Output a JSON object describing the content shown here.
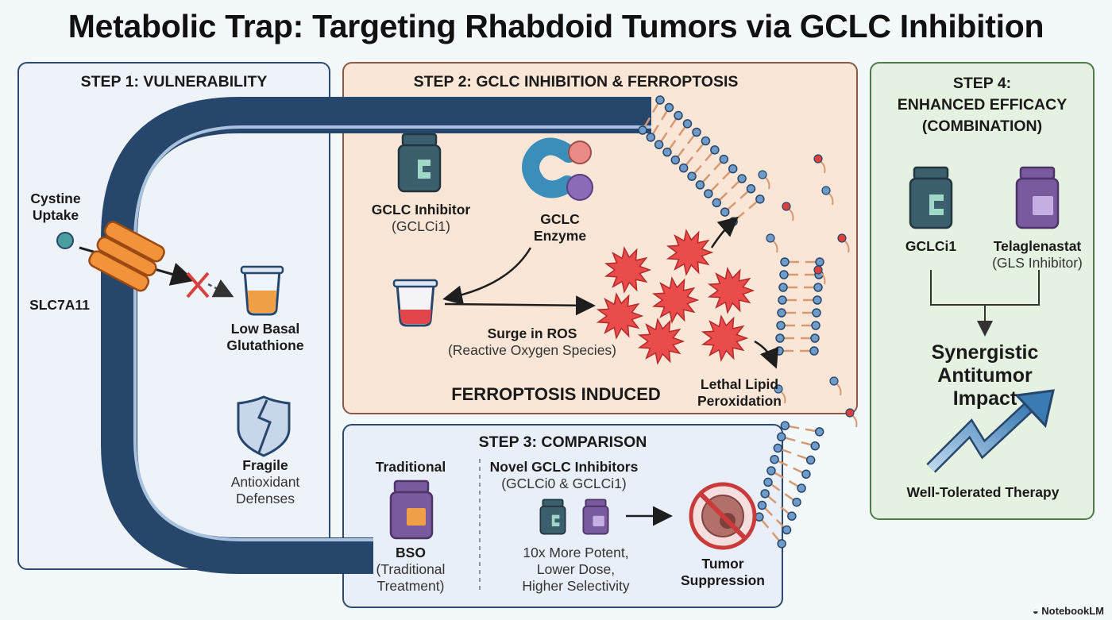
{
  "title": "Metabolic Trap: Targeting Rhabdoid Tumors via GCLC Inhibition",
  "step1": {
    "title": "STEP 1: VULNERABILITY",
    "cystine_line1": "Cystine",
    "cystine_line2": "Uptake",
    "transporter": "SLC7A11",
    "glut_line1": "Low Basal",
    "glut_line2": "Glutathione",
    "fragile_line1": "Fragile",
    "fragile_line2": "Antioxidant",
    "fragile_line3": "Defenses"
  },
  "step2": {
    "title": "STEP 2: GCLC INHIBITION & FERROPTOSIS",
    "inhibitor_line1": "GCLC Inhibitor",
    "inhibitor_line2": "(GCLCi1)",
    "enzyme_line1": "GCLC",
    "enzyme_line2": "Enzyme",
    "ros_line1": "Surge in ROS",
    "ros_line2": "(Reactive Oxygen Species)",
    "induced": "FERROPTOSIS INDUCED",
    "lipid_line1": "Lethal Lipid",
    "lipid_line2": "Peroxidation"
  },
  "step3": {
    "title": "STEP 3: COMPARISON",
    "traditional": "Traditional",
    "bso_line1": "BSO",
    "bso_line2": "(Traditional",
    "bso_line3": "Treatment)",
    "novel_line1": "Novel GCLC Inhibitors",
    "novel_line2": "(GCLCi0 & GCLCi1)",
    "potent_line1": "10x More Potent,",
    "potent_line2": "Lower Dose,",
    "potent_line3": "Higher Selectivity",
    "tumor_line1": "Tumor",
    "tumor_line2": "Suppression"
  },
  "step4": {
    "title_line1": "STEP 4:",
    "title_line2": "ENHANCED EFFICACY",
    "title_line3": "(COMBINATION)",
    "drug1": "GCLCi1",
    "drug2_line1": "Telaglenastat",
    "drug2_line2": "(GLS Inhibitor)",
    "syn_line1": "Synergistic",
    "syn_line2": "Antitumor",
    "syn_line3": "Impact",
    "tolerated": "Well-Tolerated Therapy"
  },
  "brand": "NotebookLM",
  "colors": {
    "membrane": "#27466c",
    "ros": "#ea4c4c",
    "bottle_teal": "#3c5f6e",
    "bottle_purple": "#7a5a9e",
    "transporter": "#f2923a",
    "step2_bg": "#fae6d6",
    "step4_bg": "#e5f1e1"
  },
  "icons": [
    "pill-bottle-icon",
    "enzyme-icon",
    "beaker-icon",
    "ros-burst-icon",
    "transporter-icon",
    "shield-broken-icon",
    "no-tumor-icon",
    "trend-up-icon",
    "membrane-lipid-icon"
  ]
}
